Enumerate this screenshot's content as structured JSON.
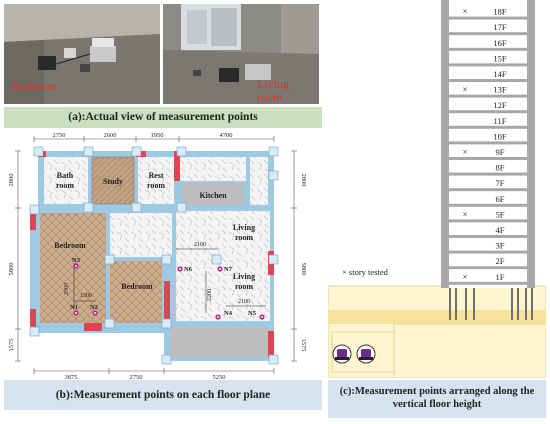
{
  "photos": {
    "left_label": "Bedroom",
    "right_label_line1": "Living",
    "right_label_line2": "room"
  },
  "captions": {
    "a": "(a):Actual view of measurement points",
    "b": "(b):Measurement points on each floor plane",
    "c_line1": "(c):Measurement points arranged along the",
    "c_line2": "vertical floor height"
  },
  "floor_plan": {
    "top_dims": [
      "2750",
      "2600",
      "1950",
      "4700"
    ],
    "bottom_dims": [
      "3875",
      "2750",
      "5250"
    ],
    "left_dims": [
      "2800",
      "5800",
      "1575"
    ],
    "right_dims": [
      "2800",
      "5800",
      "1575"
    ],
    "rooms": {
      "bath_line1": "Bath",
      "bath_line2": "room",
      "study": "Study",
      "rest_line1": "Rest",
      "rest_line2": "room",
      "kitchen": "Kitchen",
      "bedroom1": "Bedroom",
      "bedroom2": "Bedroom",
      "living1_line1": "Living",
      "living1_line2": "room",
      "living2_line1": "Living",
      "living2_line2": "room"
    },
    "points": [
      "N1",
      "N2",
      "N3",
      "N4",
      "N5",
      "N6",
      "N7"
    ],
    "inner_dims": {
      "d2000": "2000",
      "d1300": "1300",
      "d2100a": "2100",
      "d2200": "2200",
      "d2100b": "2100"
    }
  },
  "tower": {
    "floors": [
      "18F",
      "17F",
      "16F",
      "15F",
      "14F",
      "13F",
      "12F",
      "11F",
      "10F",
      "9F",
      "8F",
      "7F",
      "6F",
      "5F",
      "4F",
      "3F",
      "2F",
      "1F"
    ],
    "tested_floors": [
      "18F",
      "13F",
      "9F",
      "5F",
      "1F"
    ],
    "legend": "× story tested",
    "marker": "×"
  },
  "colors": {
    "wall": "#9ec9e4",
    "column": "#d8ecf7",
    "red_wall": "#e2444f",
    "wood": "#c2a283",
    "herring": "#c9a888",
    "marble": "#f3f3f3",
    "gray_room": "#bdbdbd",
    "soil_light": "#fdf5cf",
    "soil_mid": "#f6e29a",
    "tower_fill": "#a7a7a7"
  }
}
